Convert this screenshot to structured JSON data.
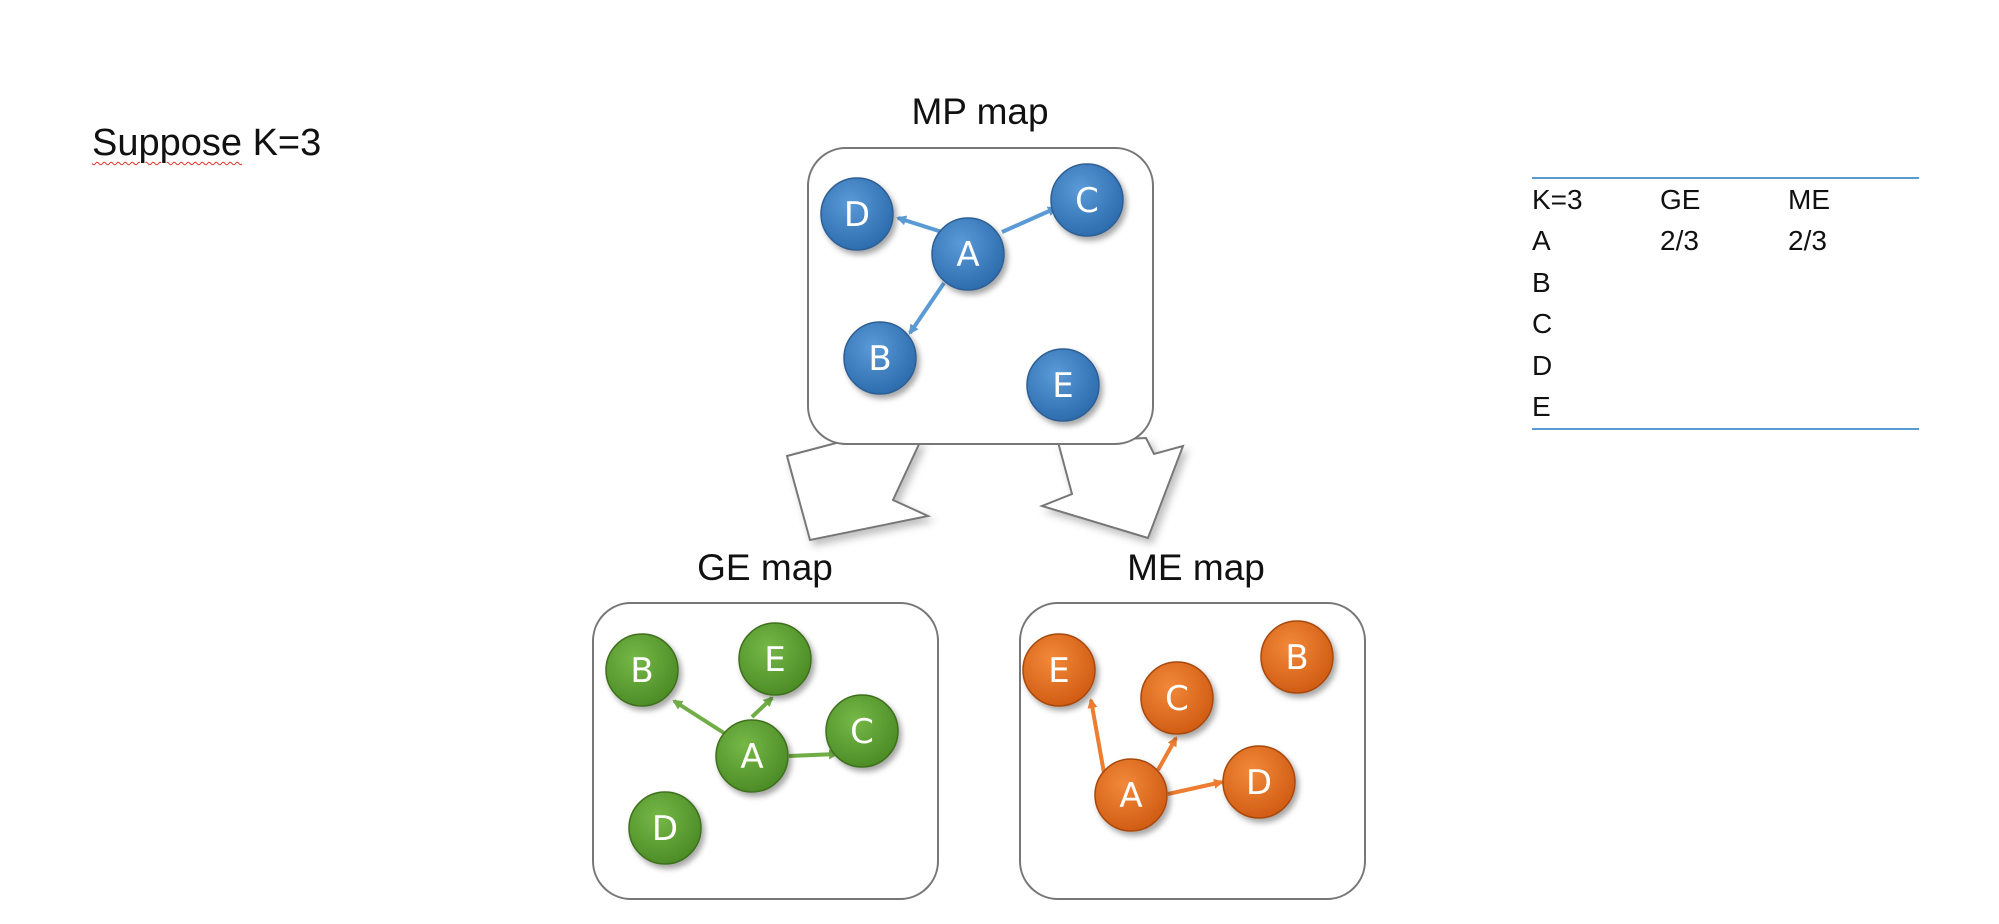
{
  "title": {
    "prefix": "Suppose",
    "rest": " K=3"
  },
  "maps": {
    "mp": {
      "label": "MP map",
      "nodes": [
        "A",
        "B",
        "C",
        "D",
        "E"
      ]
    },
    "ge": {
      "label": "GE map",
      "nodes": [
        "A",
        "B",
        "C",
        "D",
        "E"
      ]
    },
    "me": {
      "label": "ME map",
      "nodes": [
        "A",
        "B",
        "C",
        "D",
        "E"
      ]
    }
  },
  "colors": {
    "mp_node": "#3a7bbf",
    "mp_edge": "#5b9bd5",
    "ge_node": "#5c9e31",
    "ge_edge": "#70ad47",
    "me_node": "#e46d1f",
    "me_edge": "#ed7d31",
    "table_rule": "#5b9bd5"
  },
  "table": {
    "headers": [
      "K=3",
      "GE",
      "ME"
    ],
    "rows": [
      [
        "A",
        "2/3",
        "2/3"
      ],
      [
        "B",
        "",
        ""
      ],
      [
        "C",
        "",
        ""
      ],
      [
        "D",
        "",
        ""
      ],
      [
        "E",
        "",
        ""
      ]
    ]
  }
}
